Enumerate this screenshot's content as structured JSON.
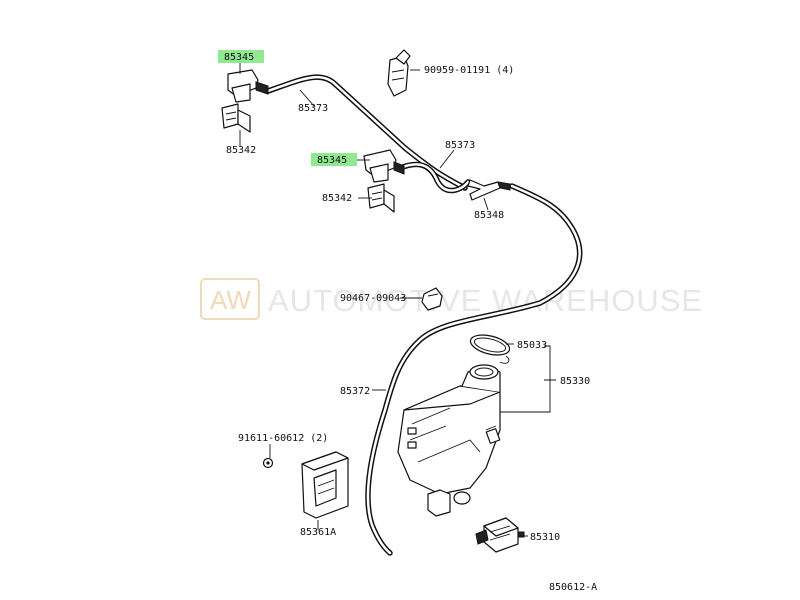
{
  "watermark": {
    "logo": "AW",
    "text": "AUTOMOTIVE WAREHOUSE"
  },
  "diagram_code": "850612-A",
  "highlight_color": "#90e890",
  "parts": {
    "nozzle_top": "85345",
    "nozzle_mid": "85345",
    "clamp_top": "85342",
    "clamp_mid": "85342",
    "hose_top": "85373",
    "hose_mid": "85373",
    "clip_right": "90959-01191 (4)",
    "joint": "85348",
    "clip_center": "90467-09043",
    "hose_long": "85372",
    "cap": "85033",
    "tank_assy": "85330",
    "bolt": "91611-60612 (2)",
    "bracket": "85361A",
    "motor": "85310"
  }
}
